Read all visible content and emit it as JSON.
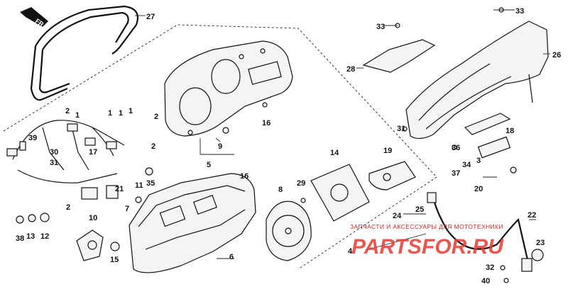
{
  "direction_label": "FR.",
  "watermark": {
    "top_text": "ЗАПЧАСТИ И АКСЕССУАРЫ ДЛЯ МОТОТЕХНИКИ",
    "logo_text": "PARTSFOR.RU"
  },
  "callouts": {
    "c1a": "1",
    "c1b": "1",
    "c1c": "1",
    "c1d": "1",
    "c2a": "2",
    "c2b": "2",
    "c2c": "2",
    "c2d": "2",
    "c3": "3",
    "c4": "4",
    "c5": "5",
    "c6": "6",
    "c7": "7",
    "c8": "8",
    "c9": "9",
    "c10": "10",
    "c11": "11",
    "c12": "12",
    "c13": "13",
    "c14": "14",
    "c15": "15",
    "c16a": "16",
    "c16b": "16",
    "c17": "17",
    "c18": "18",
    "c19": "19",
    "c20": "20",
    "c21": "21",
    "c22": "22",
    "c23": "23",
    "c24": "24",
    "c25": "25",
    "c26": "26",
    "c27": "27",
    "c28": "28",
    "c29": "29",
    "c30": "30",
    "c31": "31",
    "c32": "32",
    "c33a": "33",
    "c33b": "33",
    "c34": "34",
    "c35": "35",
    "c36": "36",
    "c37": "37",
    "c38": "38",
    "c39": "39",
    "c40": "40"
  }
}
